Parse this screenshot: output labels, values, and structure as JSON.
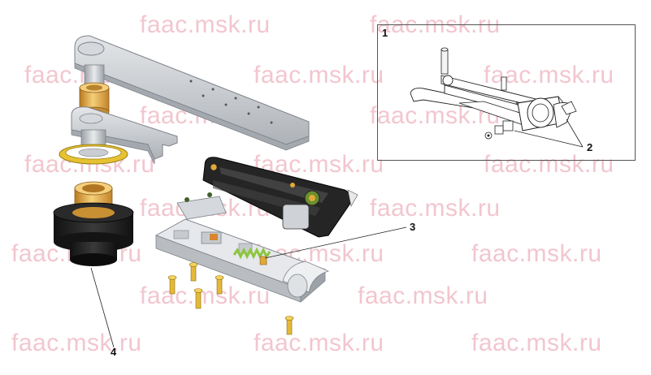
{
  "watermark": {
    "text": "faac.msk.ru",
    "color": "#f2c6cf"
  },
  "callouts": {
    "inset": "1",
    "part2": "2",
    "part3": "3",
    "part4": "4"
  },
  "colors": {
    "metal": "#c9ccd0",
    "metal_dark": "#8f949a",
    "brass": "#e1a43b",
    "brass_light": "#f4cf7c",
    "rubber": "#1e1e1e",
    "spring": "#9ccc3a",
    "leader": "#222222"
  }
}
